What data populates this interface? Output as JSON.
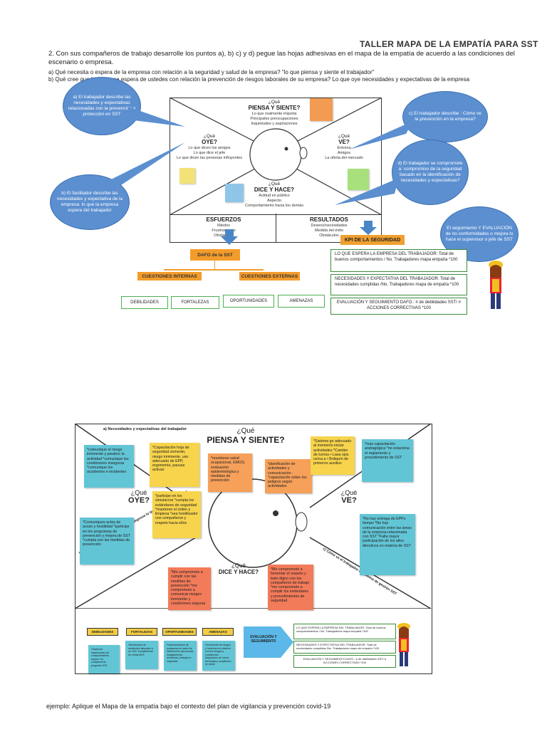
{
  "header": {
    "title": "TALLER MAPA DE LA EMPATÍA PARA  SST",
    "instruction": "2. Con sus compañeros de trabajo desarrolle los puntos a), b) c) y d) pegue las hojas adhesivas en el mapa de la empatía  de acuerdo a las condiciones del escenario o empresa.",
    "item_a": "a)  Qué necesita o espera de la empresa con relación a la seguridad y salud de la empresa? \"lo que piensa y siente el trabajador\"",
    "item_b": "b)  Qué cree que la empresa espera de ustedes con relación la prevención de riesgos laborales de su empresa?  Lo que oye necesidades y expectativas de la empresa"
  },
  "map1": {
    "piensa": {
      "q": "¿Qué",
      "title": "PIENSA Y SIENTE?",
      "lines": [
        "Lo que realmente importa",
        "Principales preocupaciones",
        "Inquietudes y aspiraciones"
      ]
    },
    "oye": {
      "q": "¿Qué",
      "title": "OYE?",
      "lines": [
        "Lo que dicen los amigos",
        "Lo que dice el jefe",
        "Lo que dicen las personas influyentes"
      ]
    },
    "ve": {
      "q": "¿Qué",
      "title": "VE?",
      "lines": [
        "Entorno",
        "Amigos",
        "La oferta del mercado"
      ]
    },
    "dice": {
      "q": "¿Qué",
      "title": "DICE Y HACE?",
      "lines": [
        "Actitud en público",
        "Aspecto",
        "Comportamiento hacia los demás"
      ]
    },
    "esfuerzos": {
      "title": "ESFUERZOS",
      "lines": [
        "Miedos",
        "Frustraciones",
        "Obstáculos"
      ]
    },
    "resultados": {
      "title": "RESULTADOS",
      "lines": [
        "Deseos/necesidades",
        "Medida del éxito",
        "Obstáculos"
      ]
    }
  },
  "bubbles": {
    "a": "a) El trabajador describe las necesidades y expectativas relacionadas con la prevención y protección en SST",
    "b": "b) El facilitador describe las necesidades y expectativa de la empresa: lo que la empresa espera del trabajador",
    "c": "c) El trabajador describe : Cómo ve la prevención en la empresa?",
    "d": "d) El trabajador se compromete a: compromiso de la seguridad basado en la identificación de necesidades y expectativas?",
    "e": "El seguimiento  Y EVALUACIÓN de no conformidades  o mejora lo hace el supervisor o jefe de SST"
  },
  "dafo": {
    "title": "DAFO de la SST",
    "internas": "CUESTIONES  INTERNAS",
    "externas": "CUESTIONES  EXTERNAS",
    "debilidades": "DEBILIDADES",
    "fortalezas": "FORTALEZAS",
    "oportunidades": "OPORTUNIDADES",
    "amenazas": "AMENAZAS"
  },
  "kpi": {
    "title": "KPI DE LA SEGURIDAD",
    "k1": "LO QUE ESPERA LA EMPRESA DEL TRABAJADOR:  Total de buenos comportamientos / No. Trabajadores mapa empatía *100",
    "k2": "NECESIDADES  Y EXPECTATIVA DEL TRABAJADOR:  Total de necesidades cumplidas /No. Trabajadores mapa de empatía *100",
    "k3": "EVALUACIÓN  Y SEGUIMIENTO  DAFO.: # de debilidades SST/ # ACCIONES CORRECTIVAS  *100"
  },
  "map2": {
    "label_a": "a) Necesidades y expectativas del trabajador",
    "label_b": "b) Necesidades y expectativas de la empresa lo que espera del trabajador",
    "label_c": "c) Cómo ve el trabajador el sistema de gestión SST",
    "piensa_q": "¿Qué",
    "piensa_t": "PIENSA Y SIENTE?",
    "oye_q": "¿Qué",
    "oye_t": "OYE?",
    "ve_q": "¿Qué",
    "ve_t": "VE?",
    "dice_q": "¿Qué",
    "dice_t": "DICE Y HACE?",
    "notes": {
      "n1": "*comunique el riesgo inminente y paralice la actividad *comunique las condiciones inseguras *comunique los accidentes e incidentes",
      "n2": "*Capacitación hoja de seguridad zomento, riesgo inminente, uso adecuado de EPP, ergonomía, pausas activas",
      "n3": "*monitoreo salud ocupacional, EMOS, evaluación epidemiológica y medidas de prevención",
      "n4": "*planificación de actividades y comunicación - *capacitación sobre los peligros según actividades",
      "n5": "*Sistema go adecuado al momento iniciar actividades *Cambio de turnos • Lava ojos cerca a • Botiquín de primeros auxilios",
      "n6": "*mas capacitación andragógica *no estaciona el reglamento y procedimiento de SST",
      "n7": "*participe en los simulacros *cumpla los estándares de seguridad *mantener el orden y limpieza *sea hostilizador con compañeros y respete hacia ellos",
      "n8": "*Comuniques actos de acoso y hostilidad *participe en los programas de prevención y mejora de SST *cumpla con las medidas de prevención",
      "n9": "*No hay entrega de EPPs tiempo *No hay comunicación entre las áreas de la empresa relacionada con SST *Falta mayor participación de los altos directivos en materia de SST",
      "n10": "*Me comprometo a cumplir con las medidas de prevención *me comprometo a comunicar riesgos inminente y condiciones seguras",
      "n11": "*Me comprometo a fomentar el respeto y trato digno con los compañeros de trabajo *me comprometo a cumplir los estándares y procedimientos de seguridad"
    },
    "dafo": [
      "DEBILIDADES",
      "FORTALEZAS",
      "OPORTUNIDADES",
      "AMENAZAS"
    ],
    "dafo_notes": [
      "*Ausencia inspecciones de comportamiento seguro *no cumplimiento programa SST",
      "*disminución de accidentes laborales a un 15% *cumplimiento de metas 80%",
      "*implementación de programas en salud de intervención psicosocial, hostigamiento, ambiental y trabajo en seguridad",
      "*incremento de riesgos y funciones en relación con los riesgos y condiciones. Adquisición de nueva tecnología y ampliación de áreas"
    ],
    "eval": "EVALUACIÓN Y SEGUIMIENTO",
    "k1": "LO QUE ESPERA LA EMPRESA DEL TRABAJADOR:  Total de buenos comportamientos / No. Trabajadores mapa empatía *100",
    "k2": "NECESIDADES  Y EXPECTATIVA DEL TRABAJADOR:  Total de necesidades cumplidas /No. Trabajadores mapa de empatía *100",
    "k3": "EVALUACIÓN  Y SEGUIMIENTO  DAFO.: # de debilidades SST/ # ACCIONES CORRECTIVAS  *100"
  },
  "caption": "ejemplo: Aplique el Mapa de la empatía bajo el contexto del plan de vigilancia y prevención covid-19",
  "colors": {
    "bubble": "#5b8fd0",
    "orange": "#f39c2c",
    "green": "#4caf50"
  }
}
